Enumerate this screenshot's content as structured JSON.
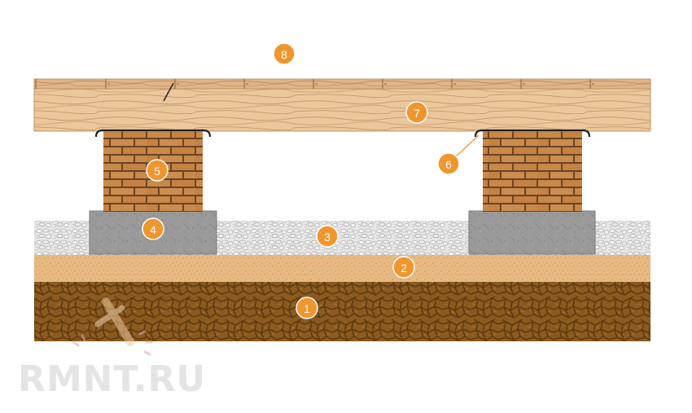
{
  "diagram": {
    "title": "",
    "markers": [
      {
        "id": "soil",
        "label": "1"
      },
      {
        "id": "sand-layer",
        "label": "2"
      },
      {
        "id": "gravel-layer",
        "label": "3"
      },
      {
        "id": "concrete-footing",
        "label": "4"
      },
      {
        "id": "brick-pillar",
        "label": "5"
      },
      {
        "id": "waterproofing",
        "label": "6"
      },
      {
        "id": "floor-joist",
        "label": "7"
      },
      {
        "id": "floor-boards",
        "label": "8"
      }
    ]
  },
  "watermark": {
    "text": "RMNT.RU"
  },
  "colors": {
    "marker": "#f0962e",
    "soil": "#8b5a1f",
    "soil_cracks": "#5e3a10",
    "sand": "#e8b982",
    "gravel": "#e2e2e2",
    "concrete": "#9a9a9a",
    "brick": "#c9894a",
    "mortar": "#6b4322",
    "wood": "#ecc79b",
    "wood_grain": "#b9895a",
    "watermark": "#e6e6e6"
  }
}
